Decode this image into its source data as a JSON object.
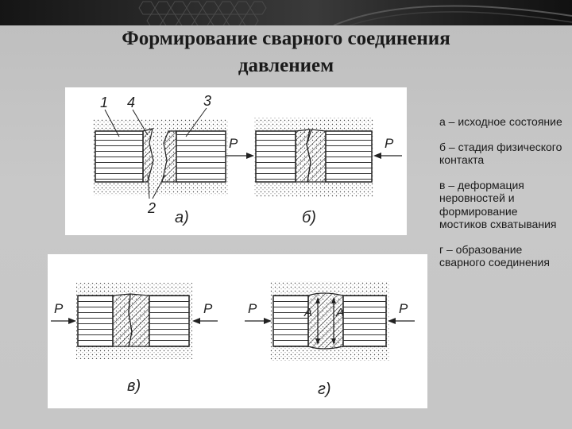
{
  "slide": {
    "title_line1": "Формирование сварного соединения",
    "title_line2": "давлением"
  },
  "figure": {
    "part_labels": [
      "1",
      "4",
      "3",
      "2"
    ],
    "force_label": "P",
    "arrow_label": "A",
    "stage_labels": [
      "а)",
      "б)",
      "в)",
      "г)"
    ]
  },
  "legend": {
    "items": [
      "а – исходное состояние",
      "б – стадия физического контакта",
      "в – деформация неровностей и формирование мостиков схватывания",
      "г – образование сварного соединения"
    ]
  }
}
